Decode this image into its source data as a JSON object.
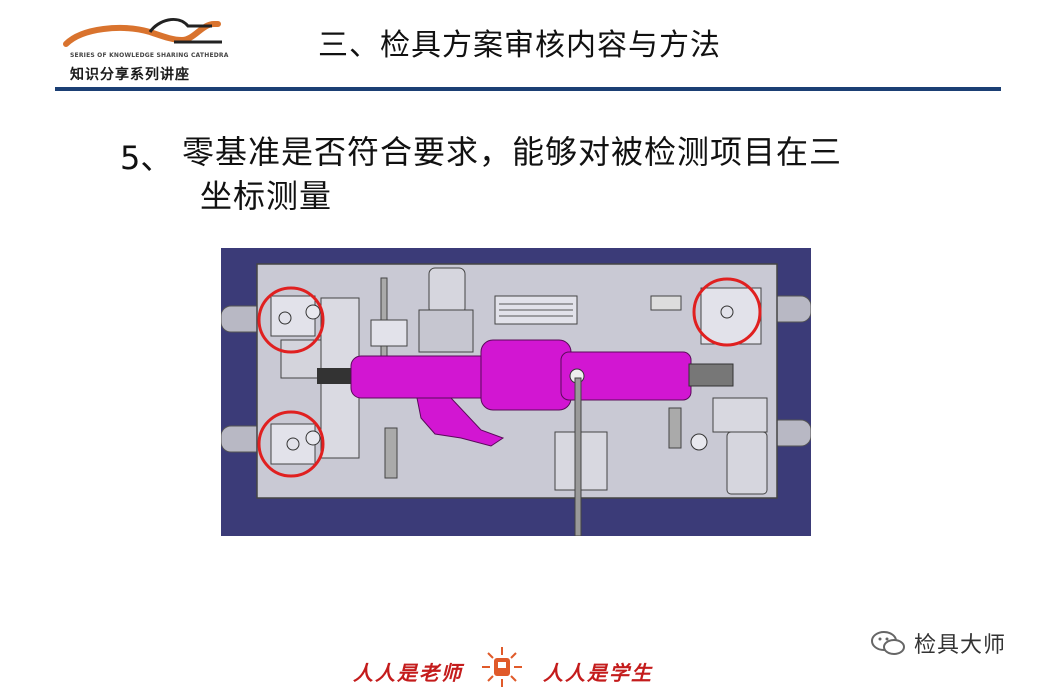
{
  "header": {
    "logo_tagline": "SERIES OF KNOWLEDGE SHARING CATHEDRA",
    "logo_series": "知识分享系列讲座",
    "title": "三、检具方案审核内容与方法"
  },
  "content": {
    "point_number": "5、",
    "point_text_line1": "零基准是否符合要求，能够对被检测项目在三",
    "point_text_line2": "坐标测量"
  },
  "figure": {
    "colors": {
      "background": "#3b3b78",
      "base_plate": "#c9c9d4",
      "part": "#d216d2",
      "highlight_circle": "#e02020"
    }
  },
  "footer": {
    "left_slogan": "人人是老师",
    "right_slogan": "人人是学生"
  },
  "watermark": {
    "text": "检具大师"
  },
  "colors": {
    "header_rule": "#1b3f74",
    "slogan": "#c41c1c"
  }
}
